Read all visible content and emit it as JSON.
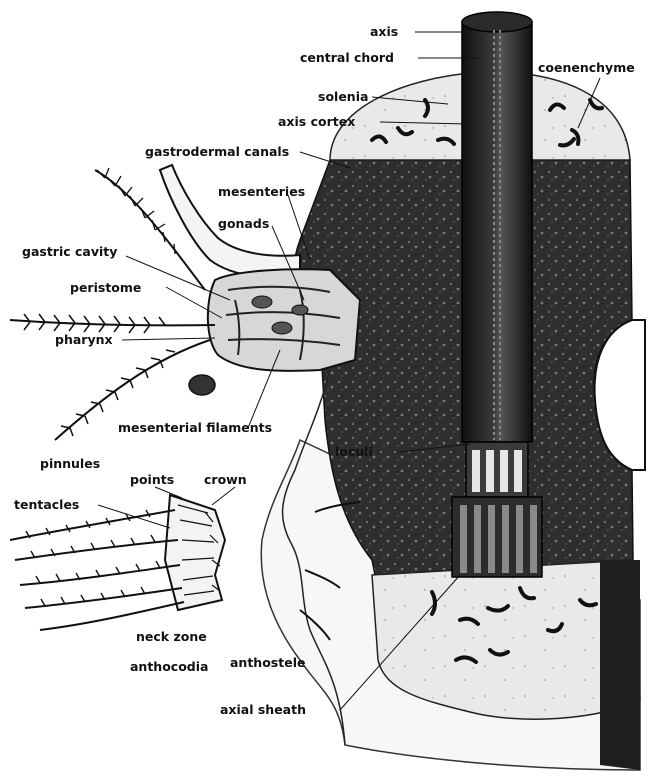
{
  "labels": {
    "axis": "axis",
    "central_chord": "central chord",
    "coenenchyme": "coenenchyme",
    "solenia": "solenia",
    "axis_cortex": "axis cortex",
    "gastrodermal_canals": "gastrodermal canals",
    "mesenteries": "mesenteries",
    "gonads": "gonads",
    "gastric_cavity": "gastric cavity",
    "peristome": "peristome",
    "pharynx": "pharynx",
    "mesenterial_filaments": "mesenterial filaments",
    "loculi": "loculi",
    "pinnules": "pinnules",
    "points": "points",
    "crown": "crown",
    "tentacles": "tentacles",
    "neck_zone": "neck zone",
    "anthocodia": "anthocodia",
    "anthostele": "anthostele",
    "axial_sheath": "axial sheath"
  },
  "colors": {
    "ink": "#111111",
    "tissue_dark": "#2a2a2a",
    "tissue_mid": "#555555",
    "axis_core": "#1b1b1b",
    "paper": "#ffffff"
  }
}
